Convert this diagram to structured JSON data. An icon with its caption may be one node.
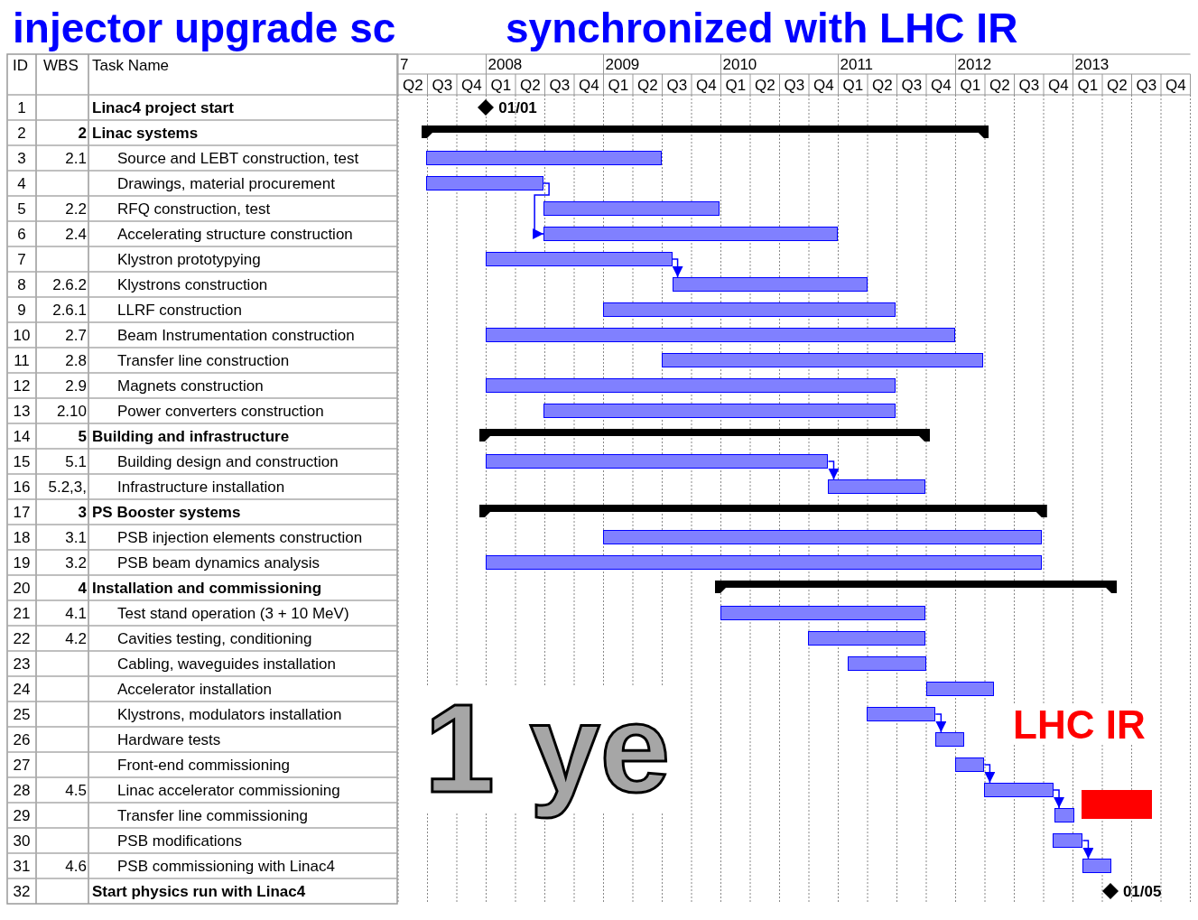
{
  "diagram": {
    "nodes": [
      {
        "text": [],
        "shape": "diamond",
        "beside": [
          "01/01"
        ]
      },
      {
        "text": [],
        "shape": "bar"
      },
      {
        "text": [],
        "shape": "bar"
      },
      {
        "text": [],
        "shape": "bar"
      },
      {
        "text": [],
        "shape": "bar"
      },
      {
        "text": [],
        "shape": "bar"
      },
      {
        "text": [],
        "shape": "bar"
      },
      {
        "text": [],
        "shape": "bar"
      },
      {
        "text": [],
        "shape": "bar"
      },
      {
        "text": [],
        "shape": "bar"
      },
      {
        "text": [],
        "shape": "bar"
      },
      {
        "text": [],
        "shape": "bar"
      },
      {
        "text": [],
        "shape": "bar"
      },
      {
        "text": [],
        "shape": "bar"
      },
      {
        "text": [],
        "shape": "bar"
      },
      {
        "text": [],
        "shape": "bar"
      },
      {
        "text": [],
        "shape": "bar"
      },
      {
        "text": [],
        "shape": "bar"
      },
      {
        "text": [],
        "shape": "bar"
      },
      {
        "text": [],
        "shape": "bar"
      },
      {
        "text": [],
        "shape": "bar"
      },
      {
        "text": [],
        "shape": "bar"
      },
      {
        "text": [],
        "shape": "bar"
      },
      {
        "text": [],
        "shape": "bar"
      },
      {
        "text": [],
        "shape": "bar"
      },
      {
        "text": [],
        "shape": "bar"
      },
      {
        "text": [],
        "shape": "bar"
      },
      {
        "text": [],
        "shape": "bar"
      },
      {
        "text": [],
        "shape": "bar"
      },
      {
        "text": [],
        "shape": "bar"
      },
      {
        "text": [],
        "shape": "bar"
      },
      {
        "text": [],
        "shape": "diamond",
        "beside": [
          "01/05"
        ]
      }
    ],
    "edges": [
      {
        "from": 3,
        "to": 5,
        "arrow": "to"
      },
      {
        "from": 6,
        "to": 7,
        "arrow": "to"
      },
      {
        "from": 14,
        "to": 15,
        "arrow": "to"
      },
      {
        "from": 24,
        "to": 25,
        "arrow": "to"
      },
      {
        "from": 26,
        "to": 27,
        "arrow": "to"
      },
      {
        "from": 27,
        "to": 28,
        "arrow": "to"
      },
      {
        "from": 29,
        "to": 30,
        "arrow": "to"
      }
    ],
    "labels": [
      "ID",
      "WBS",
      "Task Name",
      "1",
      "Linac4 project start",
      "2",
      "2",
      "Linac systems",
      "3",
      "2.1",
      "Source and LEBT construction, test",
      "4",
      "Drawings, material procurement",
      "5",
      "2.2",
      "RFQ construction, test",
      "6",
      "2.4",
      "Accelerating structure construction",
      "7",
      "Klystron prototypying",
      "8",
      "2.6.2",
      "Klystrons construction",
      "9",
      "2.6.1",
      "LLRF construction",
      "10",
      "2.7",
      "Beam Instrumentation construction",
      "11",
      "2.8",
      "Transfer line construction",
      "12",
      "2.9",
      "Magnets construction",
      "13",
      "2.10",
      "Power converters construction",
      "14",
      "5",
      "Building and infrastructure",
      "15",
      "5.1",
      "Building design and construction",
      "16",
      "5.2,3,",
      "Infrastructure installation",
      "17",
      "3",
      "PS Booster systems",
      "18",
      "3.1",
      "PSB injection elements construction",
      "19",
      "3.2",
      "PSB beam dynamics analysis",
      "20",
      "4",
      "Installation and commissioning",
      "21",
      "4.1",
      "Test stand operation (3 + 10 MeV)",
      "22",
      "4.2",
      "Cavities testing, conditioning",
      "23",
      "Cabling, waveguides installation",
      "24",
      "Accelerator installation",
      "25",
      "Klystrons, modulators installation",
      "26",
      "Hardware tests",
      "27",
      "Front-end commissioning",
      "28",
      "4.5",
      "Linac accelerator commissioning",
      "29",
      "Transfer line commissioning",
      "30",
      "PSB modifications",
      "31",
      "4.6",
      "PSB commissioning with Linac4",
      "32",
      "Start physics run with Linac4",
      "7",
      "2008",
      "2009",
      "2010",
      "2011",
      "2012",
      "2013",
      "Q2",
      "Q3",
      "Q4",
      "Q1",
      "Q2",
      "Q3",
      "Q4",
      "Q1",
      "Q2",
      "Q3",
      "Q4",
      "Q1",
      "Q2",
      "Q3",
      "Q4",
      "Q1",
      "Q2",
      "Q3",
      "Q4",
      "Q1",
      "Q2",
      "Q3",
      "Q4",
      "Q1",
      "Q2",
      "Q3",
      "Q4",
      "injector upgrade sc",
      "synchronized with LHC IR",
      "1 ye",
      "LHC IR"
    ]
  }
}
